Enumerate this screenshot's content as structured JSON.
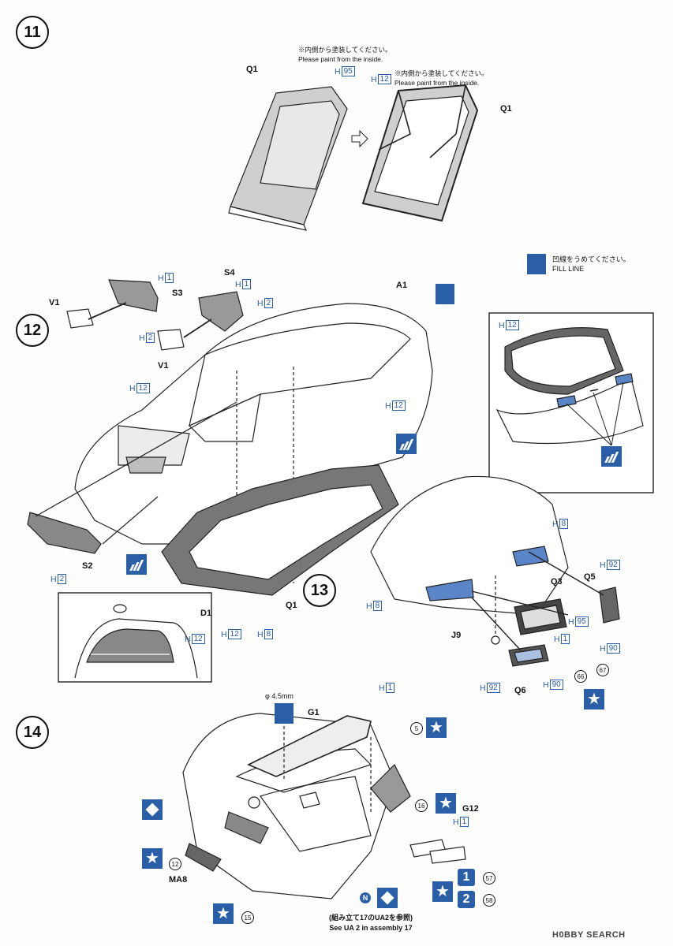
{
  "steps": {
    "s11": "11",
    "s12": "12",
    "s13": "13",
    "s14": "14"
  },
  "notes": {
    "paint_inside_jp": "※内側から塗装してください。",
    "paint_inside_en": "Please paint from the inside.",
    "fill_line_jp": "凹線をうめてください。",
    "fill_line_en": "FILL LINE",
    "phi": "φ 4.5mm"
  },
  "parts": {
    "q1": "Q1",
    "s3": "S3",
    "s4": "S4",
    "v1": "V1",
    "a1": "A1",
    "s2": "S2",
    "d1": "D1",
    "j9": "J9",
    "q3": "Q3",
    "q5": "Q5",
    "q6": "Q6",
    "g1": "G1",
    "g12": "G12",
    "ma8": "MA8"
  },
  "colors": {
    "H": "H",
    "n1": "1",
    "n2": "2",
    "n8": "8",
    "n12": "12",
    "n90": "90",
    "n92": "92",
    "n95": "95"
  },
  "decals": {
    "d5": "5",
    "d12": "12",
    "d15": "15",
    "d16": "16",
    "d57": "57",
    "d58": "58",
    "d66": "66",
    "d67": "67"
  },
  "symbols": {
    "star": "★",
    "N": "N",
    "one": "1",
    "two": "2"
  },
  "footer": {
    "jp_pre": "(組み立て",
    "jp_num": "17",
    "jp_post": "のUA2を参照)",
    "en_pre": "See UA 2 in assembly",
    "en_num": "17"
  },
  "watermark": "H0BBY SEARCH",
  "accent_color": "#2a5fa8"
}
